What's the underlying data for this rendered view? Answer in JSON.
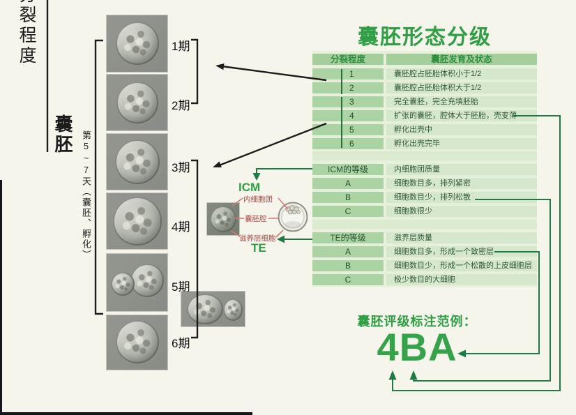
{
  "page": {
    "title": "囊胚形态分级",
    "example_caption": "囊胚评级标注范例：",
    "example_code": "4BA"
  },
  "left_axis": {
    "top_label": "分裂程度",
    "group_label": "囊胚",
    "day_label": "第5~7天（囊胚、孵化）"
  },
  "stages": [
    "1期",
    "2期",
    "3期",
    "4期",
    "5期",
    "6期"
  ],
  "diagram": {
    "icm_abbr": "ICM",
    "icm_label": "内细胞团",
    "cavity_label": "囊胚腔",
    "te_label": "滋养层细胞",
    "te_abbr": "TE"
  },
  "table": {
    "headers": [
      "分裂程度",
      "囊胚发育及状态"
    ],
    "rows": [
      {
        "grade": "1",
        "desc": "囊胚腔占胚胎体积小于1/2"
      },
      {
        "grade": "2",
        "desc": "囊胚腔占胚胎体积大于1/2"
      },
      {
        "grade": "3",
        "desc": "完全囊胚，完全充填胚胎"
      },
      {
        "grade": "4",
        "desc": "扩张的囊胚，腔体大于胚胎，壳变薄"
      },
      {
        "grade": "5",
        "desc": "孵化出壳中"
      },
      {
        "grade": "6",
        "desc": "孵化出壳完毕"
      },
      {
        "grade": "ICM的等级",
        "desc": "内细胞团质量"
      },
      {
        "grade": "A",
        "desc": "细胞数目多，排列紧密"
      },
      {
        "grade": "B",
        "desc": "细胞数目少，排列松散"
      },
      {
        "grade": "C",
        "desc": "细胞数很少"
      },
      {
        "grade": "TE的等级",
        "desc": "滋养层质量"
      },
      {
        "grade": "A",
        "desc": "细胞数目多，形成一个致密层"
      },
      {
        "grade": "B",
        "desc": "细胞数目少，形成一个松散的上皮细胞层"
      },
      {
        "grade": "C",
        "desc": "极少数目的大细胞"
      }
    ]
  },
  "colors": {
    "accent_green": "#2f9e44",
    "connector_green": "#1f7a44",
    "table_header_bg": "#a4cf9c",
    "table_cell_bg": "#d6e8cb",
    "label_red": "#a84a44",
    "background": "#f6f5ec"
  }
}
